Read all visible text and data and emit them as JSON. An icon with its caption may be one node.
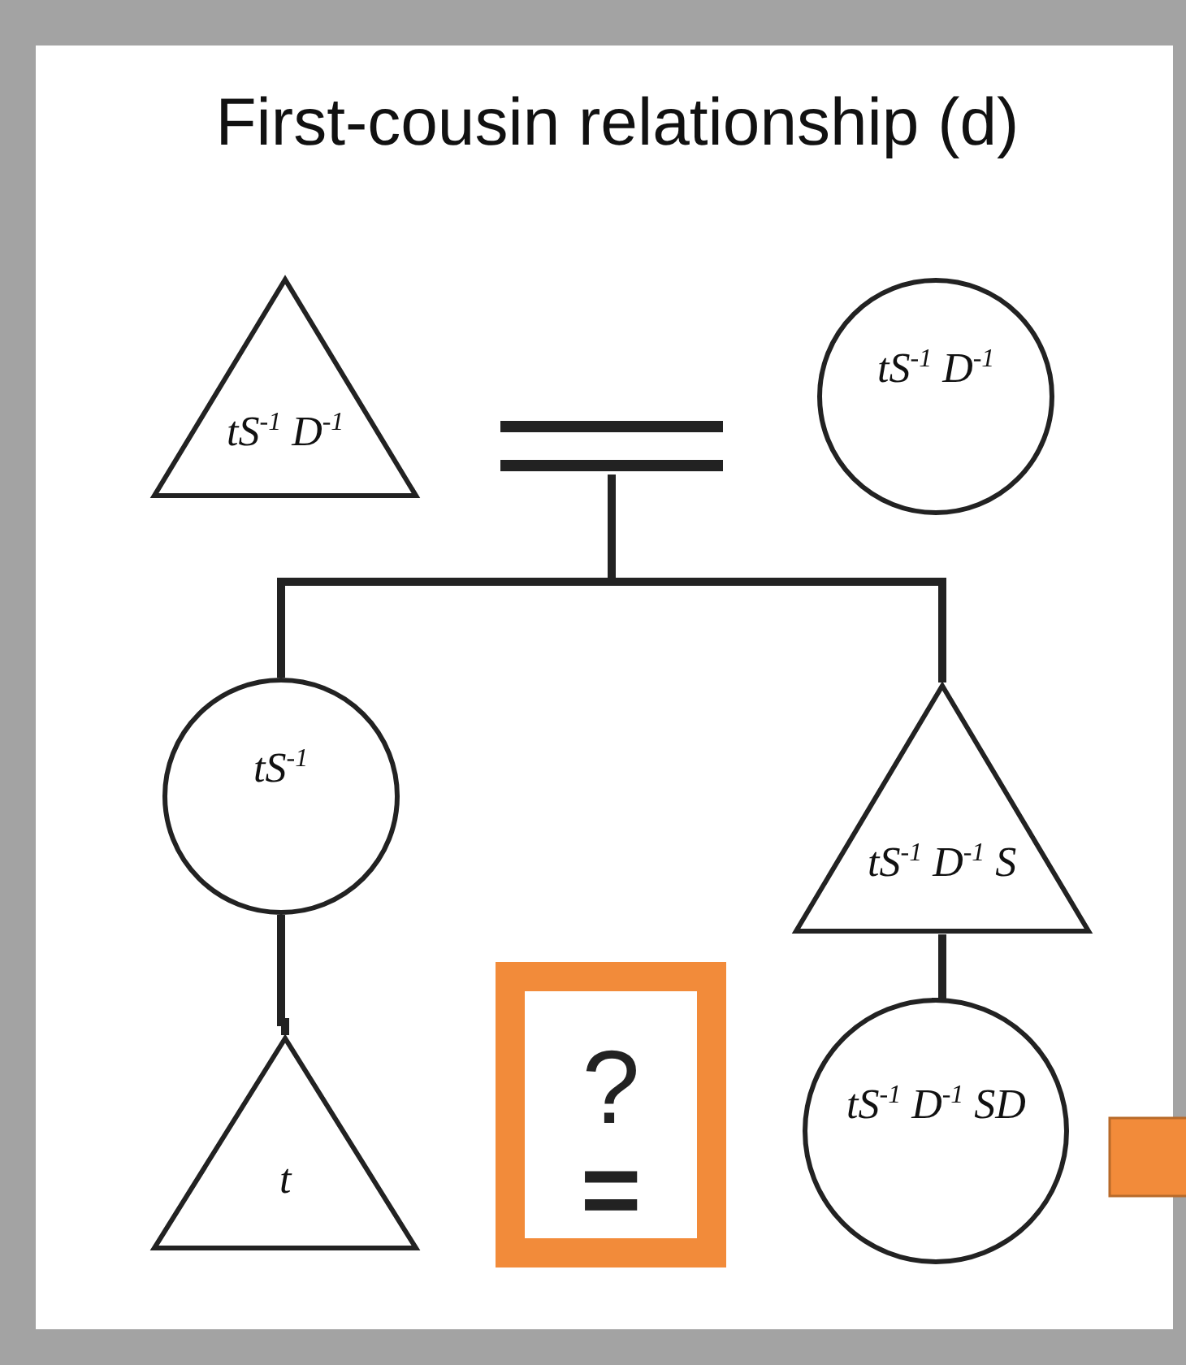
{
  "diagram": {
    "title": "First-cousin relationship (d)",
    "nodes": [
      {
        "text": [
          "tS$^{-1}$ D$^{-1}$"
        ]
      },
      {
        "text": [],
        "shape": "bar"
      },
      {
        "text": [
          "tS$^{-1}$ D$^{-1}$"
        ]
      },
      {
        "text": [
          "tS$^{-1}$"
        ]
      },
      {
        "text": [
          "tS$^{-1}$ D$^{-1}$ S"
        ]
      },
      {
        "text": [
          "t"
        ]
      },
      {
        "text": [
          "?",
          "="
        ]
      },
      {
        "text": [
          "tS$^{-1}$ D$^{-1}$ SD"
        ]
      },
      {
        "text": [],
        "shape": "box"
      }
    ],
    "edges": [
      {
        "from": 1,
        "to": 3,
        "arrow": "none"
      },
      {
        "from": 1,
        "to": 4,
        "arrow": "none"
      },
      {
        "from": 3,
        "to": 5,
        "arrow": "none"
      },
      {
        "from": 4,
        "to": 7,
        "arrow": "none"
      }
    ]
  }
}
